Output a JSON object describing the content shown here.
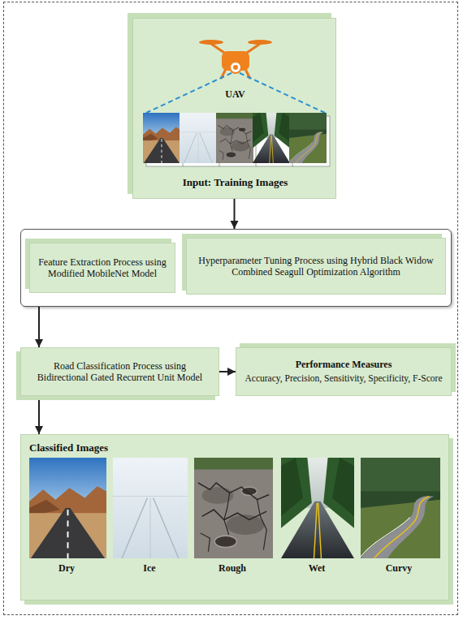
{
  "diagram": {
    "nodes": [
      {
        "text": [
          "UAV",
          "Input: Training Images"
        ]
      },
      {
        "text": []
      },
      {
        "text": [
          "Feature Extraction Process using Modified MobileNet Model"
        ],
        "in": 1
      },
      {
        "text": [
          "Hyperparameter Tuning Process using Hybrid Black Widow Combined Seagull Optimization Algorithm"
        ],
        "in": 1
      },
      {
        "text": [
          "Road Classification Process using Bidirectional Gated Recurrent Unit Model"
        ]
      },
      {
        "text": [
          "Performance Measures",
          "Accuracy, Precision, Sensitivity, Specificity, F-Score"
        ]
      },
      {
        "text": [
          "Classified Images"
        ]
      }
    ],
    "edges": [
      {
        "from": 0,
        "to": 1,
        "arrow": "to"
      },
      {
        "from": 3,
        "to": 2,
        "arrow": "to"
      },
      {
        "from": 1,
        "to": 4,
        "arrow": "to"
      },
      {
        "from": 4,
        "to": 5,
        "arrow": "to"
      },
      {
        "from": 4,
        "to": 6,
        "arrow": "to"
      }
    ],
    "labels": [
      "Dry",
      "Ice",
      "Rough",
      "Wet",
      "Curvy"
    ]
  }
}
